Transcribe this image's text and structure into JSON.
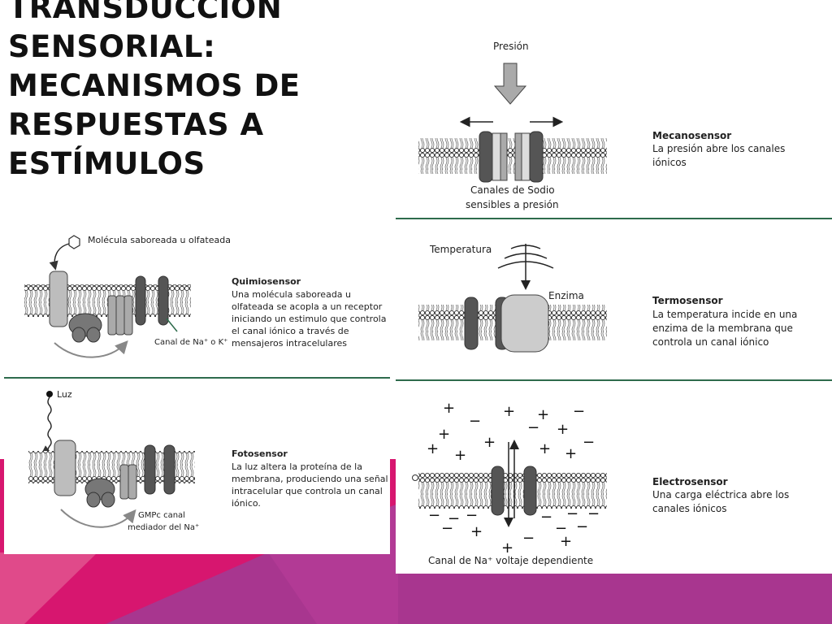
{
  "slide": {
    "title_lines": [
      "TRANSDUCCIÓN",
      "SENSORIAL:",
      "MECANISMOS DE",
      "RESPUESTAS A",
      "ESTÍMULOS"
    ]
  },
  "colors": {
    "accent_magenta": "#D7166F",
    "accent_purple": "#A8368F",
    "divider_green": "#2E6B4C",
    "membrane_dark": "#555555",
    "membrane_light": "#BBBBBB"
  },
  "panels": {
    "quimio": {
      "stimulus": "Molécula saboreada u olfateada",
      "channel": "Canal de Na⁺ o K⁺",
      "heading": "Quimiosensor",
      "desc": [
        "Una molécula saboreada u",
        "olfateada se acopla a un receptor",
        "iniciando un estimulo que controla",
        "el canal iónico a través de",
        "mensajeros intracelulares"
      ]
    },
    "foto": {
      "stimulus": "Luz",
      "mediator": [
        "GMPc canal",
        "mediador del Na⁺"
      ],
      "heading": "Fotosensor",
      "desc": [
        "La luz altera la proteína de la",
        "membrana, produciendo una señal",
        "intracelular que controla un canal",
        "iónico."
      ]
    },
    "mecano": {
      "stimulus": "Presión",
      "channel": [
        "Canales de Sodio",
        "sensibles a presión"
      ],
      "heading": "Mecanosensor",
      "desc": [
        "La presión abre los canales",
        "iónicos"
      ]
    },
    "termo": {
      "stimulus": "Temperatura",
      "enzyme": "Enzima",
      "heading": "Termosensor",
      "desc": [
        "La temperatura incide en una",
        "enzima de la membrana que",
        "controla un canal iónico"
      ]
    },
    "electro": {
      "channel": "Canal de Na⁺ voltaje dependiente",
      "heading": "Electrosensor",
      "desc": [
        "Una carga eléctrica abre los",
        "canales iónicos"
      ],
      "plus": "+",
      "minus": "−"
    }
  }
}
